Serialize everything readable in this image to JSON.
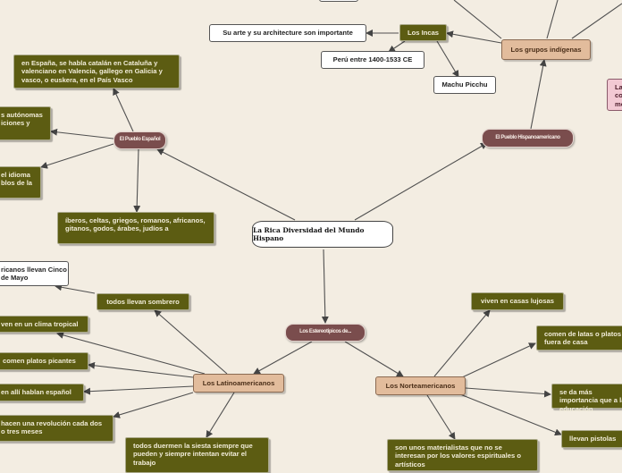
{
  "central": "La Rica Diversidad del Mundo Hispano",
  "branches": {
    "espanol": "El Pueblo Español",
    "hispanoamericano": "El Pueblo Hispanoamericano",
    "estereotipos": "Los Estereotipicos de..."
  },
  "espanol_children": {
    "idiomas": "en España, se habla catalán en Cataluña y valenciano en Valencia, gallego en Galicia y vasco, o euskera, en el País Vasco",
    "autonomas": "s autónomas iciones y",
    "idioma": "el idioma blos de la",
    "pueblos": "íberos, celtas, griegos, romanos, africanos, gitanos, godos, árabes, judíos a"
  },
  "indigenas": {
    "grupos": "Los grupos indígenas",
    "incas": "Los Incas",
    "arte": "Su arte y su architecture son importante",
    "peru": "Perú entre 1400-1533 CE",
    "machu": "Machu Picchu",
    "pink": "La co me"
  },
  "latinoamericanos": {
    "title": "Los Latinoamericanos",
    "cinco": "ricanos llevan Cinco de Mayo",
    "sombrero": "todos llevan sombrero",
    "tropical": "ven en un clima tropical",
    "picantes": "comen platos picantes",
    "espanol": "en allí hablan español",
    "revolucion": "hacen una revolución cada dos o tres meses",
    "siesta": "todos duermen la siesta siempre que pueden y siempre intentan evitar el trabajo"
  },
  "norteamericanos": {
    "title": "Los Norteamericanos",
    "casas": "viven en casas lujosas",
    "latas": "comen de latas o platos fuera de casa",
    "educacion": "se da más importancia que a la educación",
    "pistolas": "llevan pistolas",
    "materialistas": "son unos materialistas que no se interesan por los valores espirituales o artísticos"
  }
}
